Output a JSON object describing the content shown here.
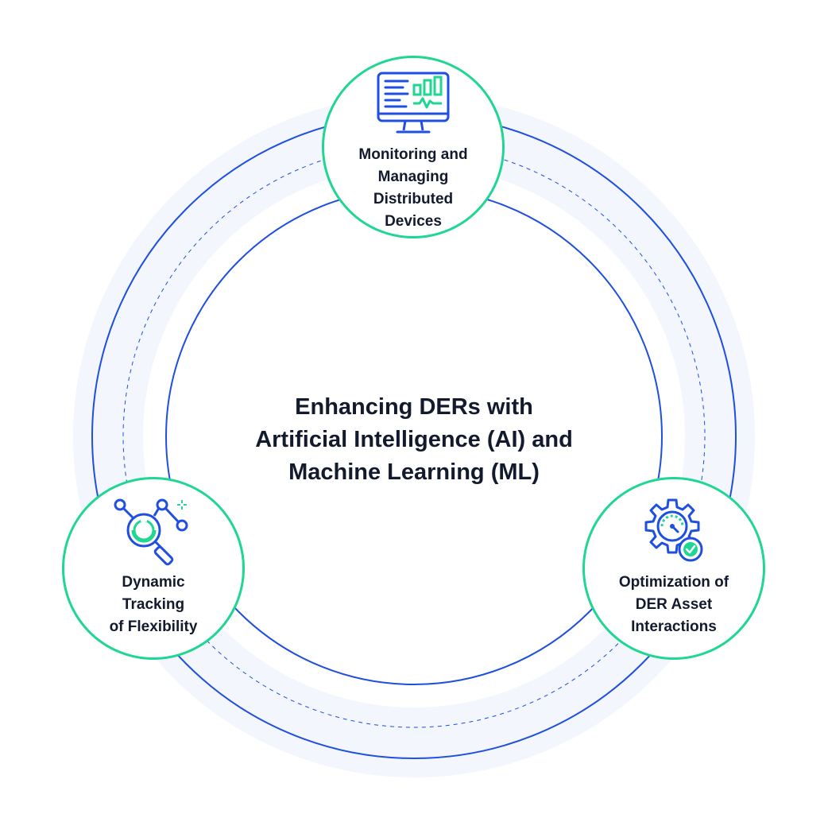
{
  "title": {
    "lines": [
      "Enhancing DERs with",
      "Artificial Intelligence (AI) and",
      "Machine Learning (ML)"
    ]
  },
  "nodes": [
    {
      "label_lines": [
        "Monitoring and",
        "Managing",
        "Distributed",
        "Devices"
      ],
      "icon": "monitor-dashboard-icon"
    },
    {
      "label_lines": [
        "Dynamic",
        "Tracking",
        "of Flexibility"
      ],
      "icon": "magnifier-network-icon"
    },
    {
      "label_lines": [
        "Optimization of",
        "DER Asset",
        "Interactions"
      ],
      "icon": "gear-gauge-check-icon"
    }
  ],
  "colors": {
    "ring_stroke": "#1e4fe0",
    "ring_fill": "#f3f6fd",
    "node_border": "#1fd692",
    "icon_blue": "#1e4fe0",
    "icon_green": "#1fd692",
    "text": "#141a2e"
  }
}
